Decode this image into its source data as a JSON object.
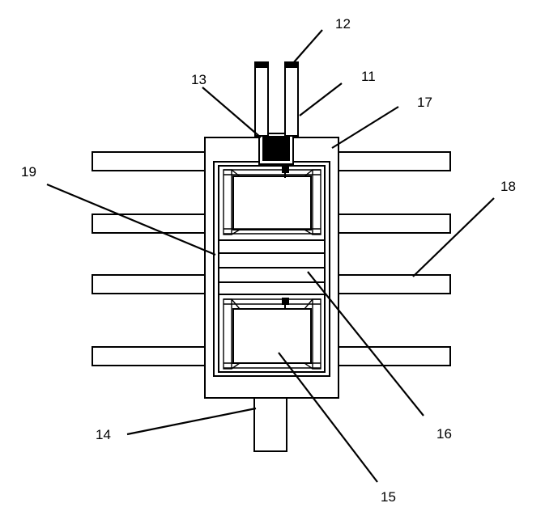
{
  "labels": {
    "l11": "11",
    "l12": "12",
    "l13": "13",
    "l14": "14",
    "l15": "15",
    "l16": "16",
    "l17": "17",
    "l18": "18",
    "l19": "19"
  }
}
